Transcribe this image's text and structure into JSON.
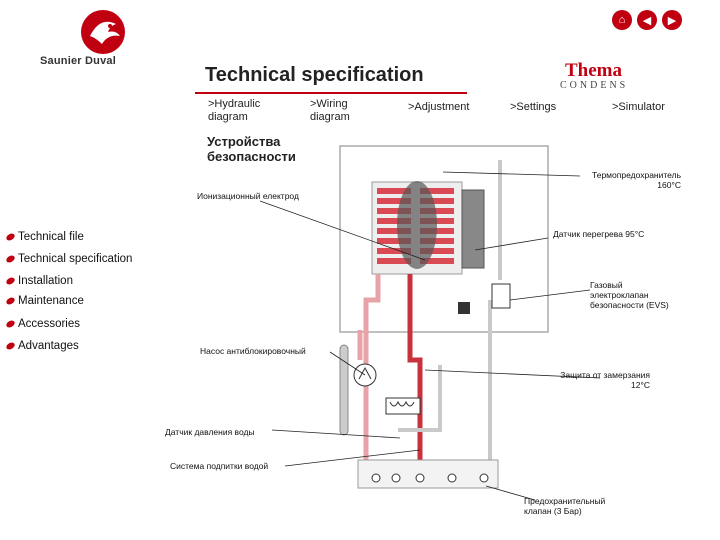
{
  "brand": {
    "name": "Saunier Duval",
    "product_line_1": "Thema",
    "product_line_2": "CONDENS"
  },
  "page": {
    "title": "Technical specification",
    "section_heading": "Устройства безопасности"
  },
  "top_nav": [
    {
      "label": ">Hydraulic diagram"
    },
    {
      "label": ">Wiring diagram"
    },
    {
      "label": ">Adjustment"
    },
    {
      "label": ">Settings"
    },
    {
      "label": ">Simulator"
    }
  ],
  "side_menu": [
    {
      "label": "Technical file"
    },
    {
      "label": "Technical specification"
    },
    {
      "label": "Installation"
    },
    {
      "label": "Maintenance"
    },
    {
      "label": "Accessories"
    },
    {
      "label": "Advantages"
    }
  ],
  "annotations": {
    "thermal_fuse": "Термопредохранитель 160°C",
    "ionization_electrode": "Ионизационный електрод",
    "overheat_sensor": "Датчик перегрева 95°C",
    "gas_valve": "Газовый электроклапан безопасности (EVS)",
    "antiblock_pump": "Насос антиблокировочный",
    "frost_protection": "Защита от замерзания 12°C",
    "water_pressure_sensor": "Датчик давления воды",
    "refill_system": "Система подпитки водой",
    "safety_valve": "Предохранительный клапан (3 Бар)"
  },
  "colors": {
    "accent": "#c00010",
    "pipe_hot": "#c8323c",
    "pipe_warm": "#e7a3a8",
    "pipe_cold": "#c9c9c9"
  },
  "icons": [
    "home-icon",
    "arrow-left-icon",
    "arrow-right-icon"
  ]
}
